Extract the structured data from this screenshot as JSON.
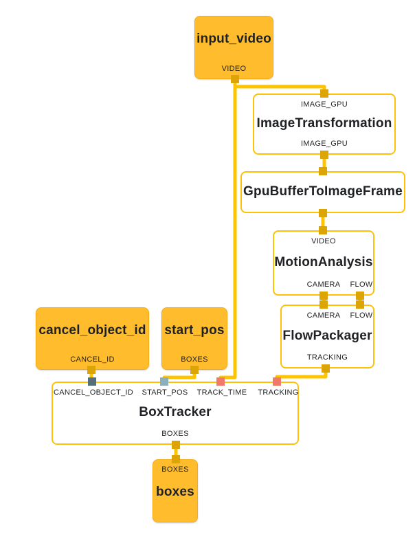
{
  "diagram": {
    "kind": "mediapipe-graph",
    "nodes": {
      "input_video": {
        "label": "input_video",
        "type": "stream",
        "output_ports": [
          "VIDEO"
        ]
      },
      "image_transformation": {
        "label": "ImageTransformation",
        "type": "calculator",
        "input_ports": [
          "IMAGE_GPU"
        ],
        "output_ports": [
          "IMAGE_GPU"
        ]
      },
      "gpu_buffer_to_image_frame": {
        "label": "GpuBufferToImageFrame",
        "type": "calculator",
        "input_ports": [],
        "output_ports": []
      },
      "motion_analysis": {
        "label": "MotionAnalysis",
        "type": "calculator",
        "input_ports": [
          "VIDEO"
        ],
        "output_ports": [
          "CAMERA",
          "FLOW"
        ]
      },
      "flow_packager": {
        "label": "FlowPackager",
        "type": "calculator",
        "input_ports": [
          "CAMERA",
          "FLOW"
        ],
        "output_ports": [
          "TRACKING"
        ]
      },
      "cancel_object_id": {
        "label": "cancel_object_id",
        "type": "stream",
        "output_ports": [
          "CANCEL_ID"
        ]
      },
      "start_pos": {
        "label": "start_pos",
        "type": "stream",
        "output_ports": [
          "BOXES"
        ]
      },
      "box_tracker": {
        "label": "BoxTracker",
        "type": "calculator",
        "input_ports": [
          "CANCEL_OBJECT_ID",
          "START_POS",
          "TRACK_TIME",
          "TRACKING"
        ],
        "output_ports": [
          "BOXES"
        ]
      },
      "boxes": {
        "label": "boxes",
        "type": "stream",
        "input_ports": [
          "BOXES"
        ]
      }
    },
    "edges": [
      {
        "from": "input_video:VIDEO",
        "to": "ImageTransformation:IMAGE_GPU"
      },
      {
        "from": "input_video:VIDEO",
        "to": "BoxTracker:TRACK_TIME"
      },
      {
        "from": "ImageTransformation:IMAGE_GPU",
        "to": "GpuBufferToImageFrame"
      },
      {
        "from": "GpuBufferToImageFrame",
        "to": "MotionAnalysis:VIDEO"
      },
      {
        "from": "MotionAnalysis:CAMERA",
        "to": "FlowPackager:CAMERA"
      },
      {
        "from": "MotionAnalysis:FLOW",
        "to": "FlowPackager:FLOW"
      },
      {
        "from": "FlowPackager:TRACKING",
        "to": "BoxTracker:TRACKING"
      },
      {
        "from": "cancel_object_id:CANCEL_ID",
        "to": "BoxTracker:CANCEL_OBJECT_ID"
      },
      {
        "from": "start_pos:BOXES",
        "to": "BoxTracker:START_POS"
      },
      {
        "from": "BoxTracker:BOXES",
        "to": "boxes:BOXES"
      }
    ],
    "colors": {
      "stream_node_fill": "#FFBD2E",
      "calculator_border": "#FFC107",
      "edge": "#FFC400",
      "port_default": "#DCA405",
      "port_slate": "#546E7A",
      "port_blue": "#8AAFBD",
      "port_salmon": "#F0796A",
      "text": "#202124",
      "background": "#FFFFFF"
    }
  }
}
